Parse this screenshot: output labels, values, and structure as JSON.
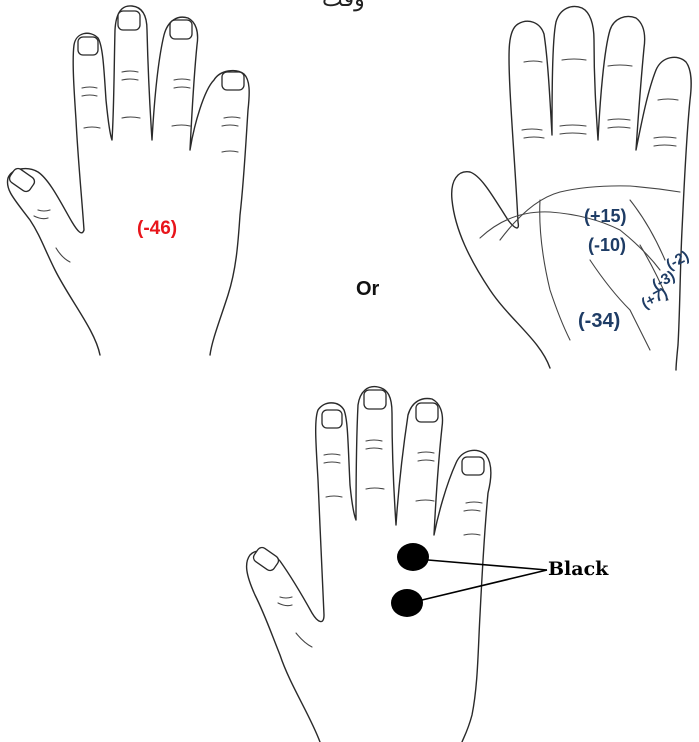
{
  "title_fragment": "وقت",
  "hand_back_top": {
    "value_label": "(-46)"
  },
  "hand_palm": {
    "labels": [
      "(+15)",
      "(-10)",
      "(-2)",
      "(-3)",
      "(+7)",
      "(-34)"
    ]
  },
  "separator": "Or",
  "hand_bottom": {
    "marker_label": "Black"
  },
  "colors": {
    "red_label": "#e8151b",
    "blue_label": "#1e3c65",
    "outline": "#2a2a2a",
    "marker": "#000000"
  }
}
